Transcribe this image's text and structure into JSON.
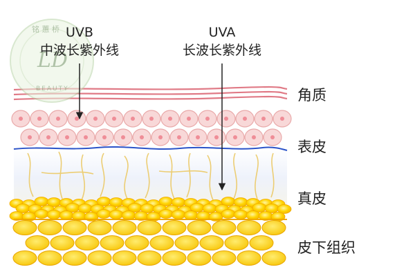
{
  "rays": {
    "uvb": {
      "code": "UVB",
      "name": "中波长紫外线"
    },
    "uva": {
      "code": "UVA",
      "name": "长波长紫外线"
    }
  },
  "layers": {
    "stratum_corneum": "角质",
    "epidermis": "表皮",
    "dermis": "真皮",
    "subcutaneous": "皮下组织"
  },
  "watermark": {
    "top_text": "铭 蕙 桥",
    "monogram": "LD",
    "bottom_text": "BEAUTY"
  },
  "colors": {
    "corneum_line": "#e07a86",
    "epidermis_cell_fill": "#f8d8d8",
    "epidermis_cell_stroke": "#e9a9a9",
    "basal_line": "#2a52c8",
    "dermis_bg": "#eef2fb",
    "fiber": "#eccd73",
    "fat_fill": "#ffd400",
    "fat_stroke": "#f0a800",
    "arrow": "#222222"
  }
}
